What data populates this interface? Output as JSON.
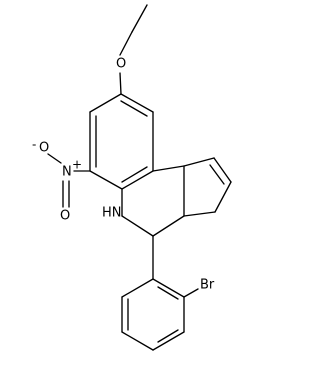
{
  "structure": {
    "atom_labels": {
      "oxygen_ether": "O",
      "nitro_nitrogen": "N",
      "nitro_oxygen_charged": "O",
      "nitro_oxygen_superscript": "-",
      "nitro_nitrogen_superscript": "+",
      "nitro_oxygen_double": "O",
      "amine": "HN",
      "bromine": "Br"
    }
  }
}
